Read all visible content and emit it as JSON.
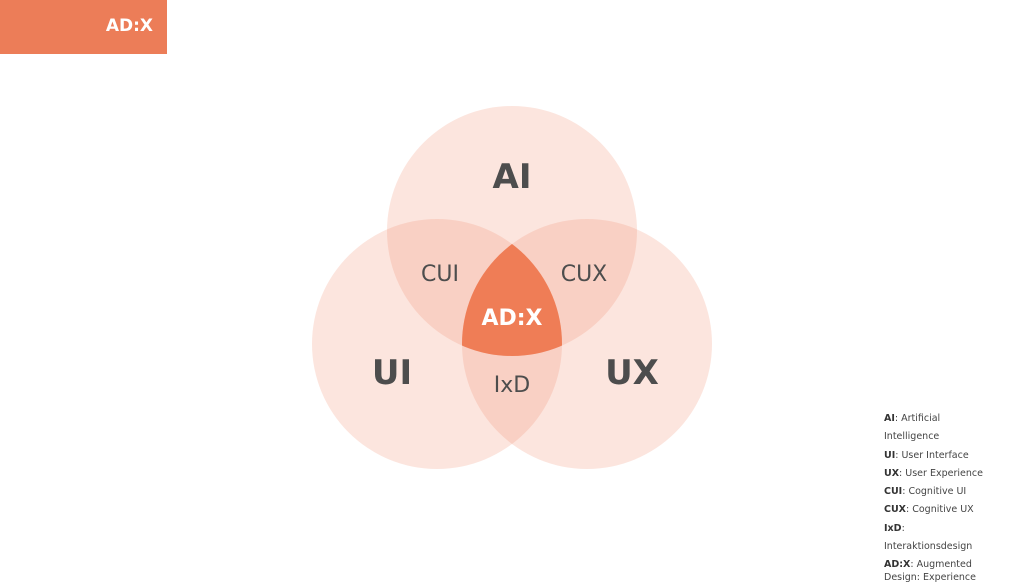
{
  "logo": {
    "text": "AD:X"
  },
  "colors": {
    "accent": "#ec7d58",
    "circle": "#f5b9a4",
    "text": "#4d4d4d"
  },
  "venn": {
    "circles": [
      {
        "label": "AI"
      },
      {
        "label": "UI"
      },
      {
        "label": "UX"
      }
    ],
    "overlaps": {
      "ai_ui": "CUI",
      "ai_ux": "CUX",
      "ui_ux": "IxD",
      "center": "AD:X"
    }
  },
  "legend": [
    {
      "abbr": "AI",
      "desc": ": Artificial Intelligence"
    },
    {
      "abbr": "UI",
      "desc": ": User Interface"
    },
    {
      "abbr": "UX",
      "desc": ": User Experience"
    },
    {
      "abbr": "CUI",
      "desc": ": Cognitive UI"
    },
    {
      "abbr": "CUX",
      "desc": ": Cognitive UX"
    },
    {
      "abbr": "IxD",
      "desc": ": Interaktionsdesign"
    },
    {
      "abbr": "AD:X",
      "desc": ": Augmented Design: Experience"
    }
  ]
}
